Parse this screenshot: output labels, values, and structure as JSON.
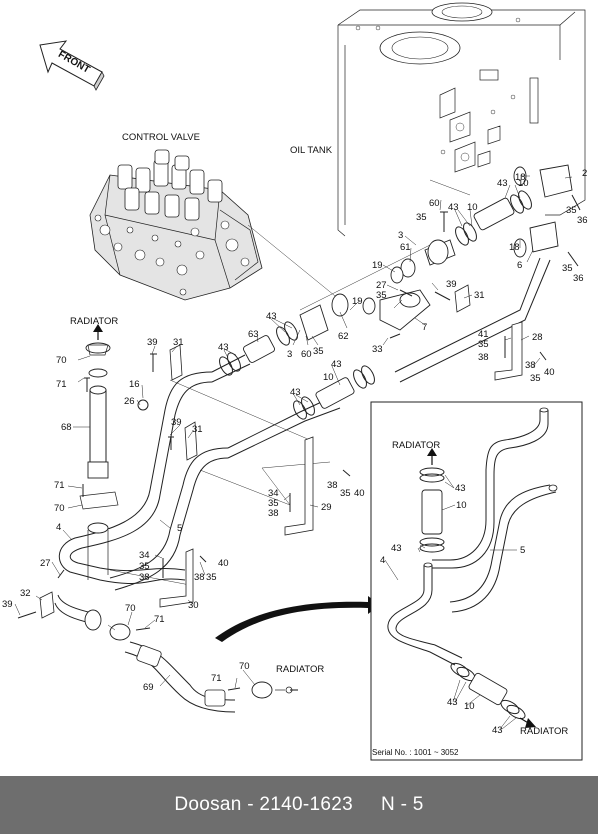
{
  "labels": {
    "front": "FRONT",
    "control_valve": "CONTROL VALVE",
    "oil_tank": "OIL TANK",
    "radiator": "RADIATOR",
    "serial": "Serial No. : 1001 ~ 3052"
  },
  "parts": [
    {
      "id": "p2",
      "n": "2"
    },
    {
      "id": "p18a",
      "n": "18"
    },
    {
      "id": "p43a",
      "n": "43"
    },
    {
      "id": "p10a",
      "n": "10"
    },
    {
      "id": "p35a",
      "n": "35"
    },
    {
      "id": "p36a",
      "n": "36"
    },
    {
      "id": "p18b",
      "n": "18"
    },
    {
      "id": "p6",
      "n": "6"
    },
    {
      "id": "p35b",
      "n": "35"
    },
    {
      "id": "p36b",
      "n": "36"
    },
    {
      "id": "p60a",
      "n": "60"
    },
    {
      "id": "p35c",
      "n": "35"
    },
    {
      "id": "p43b",
      "n": "43"
    },
    {
      "id": "p10b",
      "n": "10"
    },
    {
      "id": "p3a",
      "n": "3"
    },
    {
      "id": "p61",
      "n": "61"
    },
    {
      "id": "p19a",
      "n": "19"
    },
    {
      "id": "p27a",
      "n": "27"
    },
    {
      "id": "p35d",
      "n": "35"
    },
    {
      "id": "p39a",
      "n": "39"
    },
    {
      "id": "p31a",
      "n": "31"
    },
    {
      "id": "p19b",
      "n": "19"
    },
    {
      "id": "p62",
      "n": "62"
    },
    {
      "id": "p7",
      "n": "7"
    },
    {
      "id": "p33",
      "n": "33"
    },
    {
      "id": "p43c",
      "n": "43"
    },
    {
      "id": "p63",
      "n": "63"
    },
    {
      "id": "p43d",
      "n": "43"
    },
    {
      "id": "p3b",
      "n": "3"
    },
    {
      "id": "p60b",
      "n": "60"
    },
    {
      "id": "p35e",
      "n": "35"
    },
    {
      "id": "p41",
      "n": "41"
    },
    {
      "id": "p35f",
      "n": "35"
    },
    {
      "id": "p38a",
      "n": "38"
    },
    {
      "id": "p28",
      "n": "28"
    },
    {
      "id": "p38b",
      "n": "38"
    },
    {
      "id": "p40a",
      "n": "40"
    },
    {
      "id": "p35g",
      "n": "35"
    },
    {
      "id": "p43e",
      "n": "43"
    },
    {
      "id": "p10c",
      "n": "10"
    },
    {
      "id": "p43f",
      "n": "43"
    },
    {
      "id": "p39b",
      "n": "39"
    },
    {
      "id": "p31b",
      "n": "31"
    },
    {
      "id": "p70a",
      "n": "70"
    },
    {
      "id": "p71a",
      "n": "71"
    },
    {
      "id": "p16",
      "n": "16"
    },
    {
      "id": "p26",
      "n": "26"
    },
    {
      "id": "p39c",
      "n": "39"
    },
    {
      "id": "p31c",
      "n": "31"
    },
    {
      "id": "p68",
      "n": "68"
    },
    {
      "id": "p38c",
      "n": "38"
    },
    {
      "id": "p35h",
      "n": "35"
    },
    {
      "id": "p40b",
      "n": "40"
    },
    {
      "id": "p71b",
      "n": "71"
    },
    {
      "id": "p70b",
      "n": "70"
    },
    {
      "id": "p34a",
      "n": "34"
    },
    {
      "id": "p35i",
      "n": "35"
    },
    {
      "id": "p38d",
      "n": "38"
    },
    {
      "id": "p29",
      "n": "29"
    },
    {
      "id": "p4a",
      "n": "4"
    },
    {
      "id": "p5a",
      "n": "5"
    },
    {
      "id": "p27b",
      "n": "27"
    },
    {
      "id": "p34b",
      "n": "34"
    },
    {
      "id": "p35j",
      "n": "35"
    },
    {
      "id": "p38e",
      "n": "38"
    },
    {
      "id": "p38f",
      "n": "38"
    },
    {
      "id": "p35k",
      "n": "35"
    },
    {
      "id": "p40c",
      "n": "40"
    },
    {
      "id": "p32",
      "n": "32"
    },
    {
      "id": "p30",
      "n": "30"
    },
    {
      "id": "p39d",
      "n": "39"
    },
    {
      "id": "p70c",
      "n": "70"
    },
    {
      "id": "p71c",
      "n": "71"
    },
    {
      "id": "p69",
      "n": "69"
    },
    {
      "id": "p70d",
      "n": "70"
    },
    {
      "id": "p71d",
      "n": "71"
    },
    {
      "id": "p43g",
      "n": "43"
    },
    {
      "id": "p10d",
      "n": "10"
    },
    {
      "id": "p43h",
      "n": "43"
    },
    {
      "id": "p5b",
      "n": "5"
    },
    {
      "id": "p4b",
      "n": "4"
    },
    {
      "id": "p43i",
      "n": "43"
    },
    {
      "id": "p10e",
      "n": "10"
    },
    {
      "id": "p43j",
      "n": "43"
    }
  ],
  "footer": {
    "title": "Doosan - 2140-1623",
    "page": "N - 5"
  }
}
